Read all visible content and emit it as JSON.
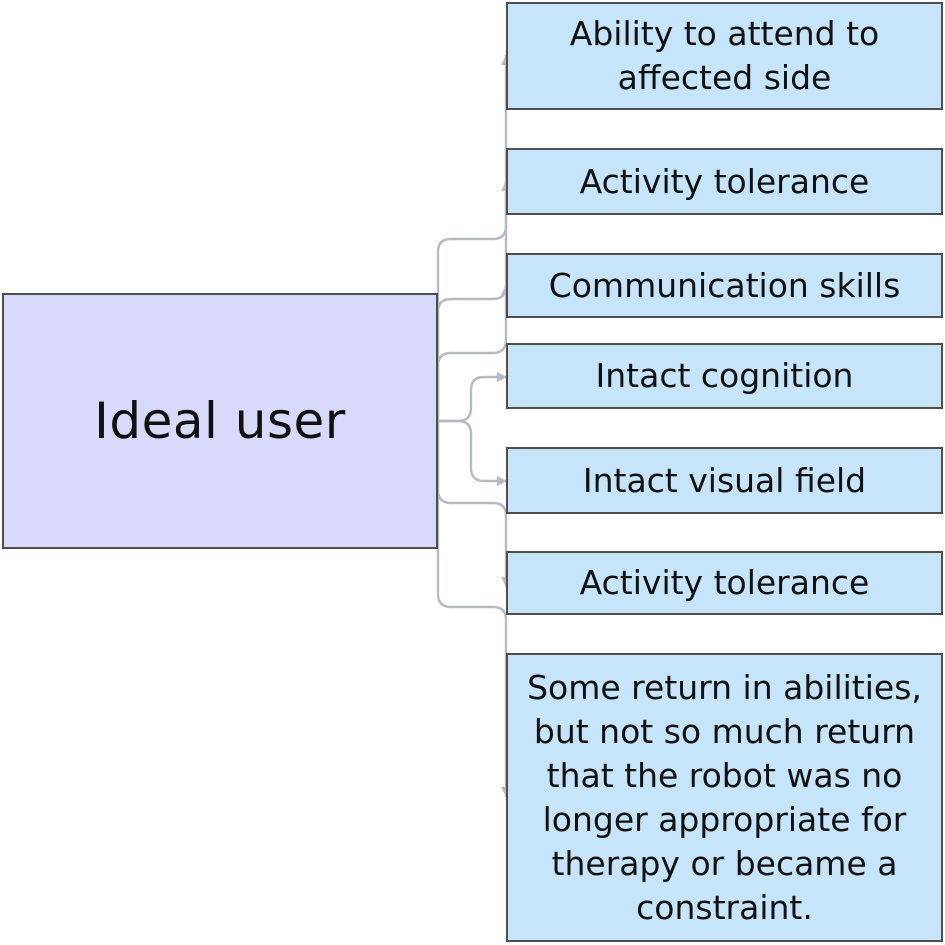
{
  "diagram": {
    "root": {
      "label": "Ideal user",
      "fill": "#d9d9fb"
    },
    "leaf_fill": "#c6e5fb",
    "connector_color": "#b6bbc3",
    "children": [
      {
        "label": "Ability to attend to affected side"
      },
      {
        "label": "Activity tolerance"
      },
      {
        "label": "Communication skills"
      },
      {
        "label": "Intact cognition"
      },
      {
        "label": "Intact visual field"
      },
      {
        "label": "Activity tolerance"
      },
      {
        "label": "Some return in abilities, but not so much return that the robot was no longer appropriate for therapy or became a constraint."
      }
    ]
  }
}
